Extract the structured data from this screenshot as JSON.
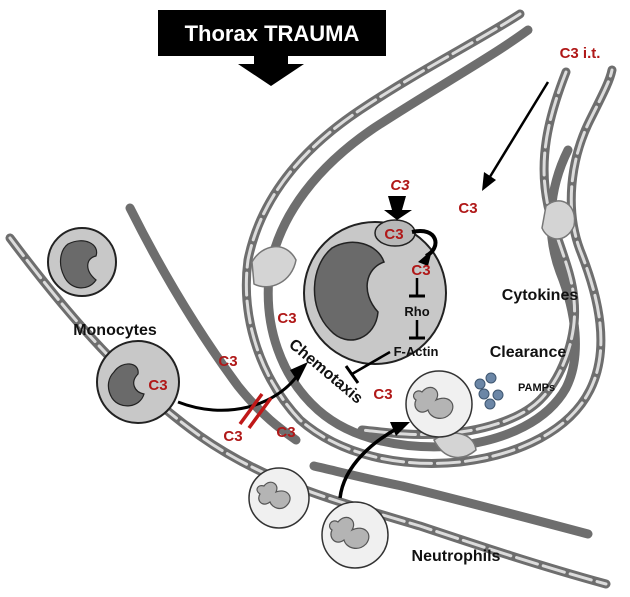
{
  "banner": {
    "title": "Thorax TRAUMA"
  },
  "labels": {
    "c3_it": "C3 i.t.",
    "c3": "C3",
    "rho": "Rho",
    "f_actin": "F-Actin",
    "cytokines": "Cytokines",
    "clearance": "Clearance",
    "chemotaxis": "Chemotaxis",
    "pamps": "PAMPs",
    "monocytes": "Monocytes",
    "neutrophils": "Neutrophils"
  },
  "colors": {
    "c3_text": "#b01818",
    "tissue_wall": "#6e6e6e",
    "cell_fill": "#c8c8c8",
    "nucleus": "#6a6a6a",
    "pamp_dots": "#6b86a6"
  }
}
